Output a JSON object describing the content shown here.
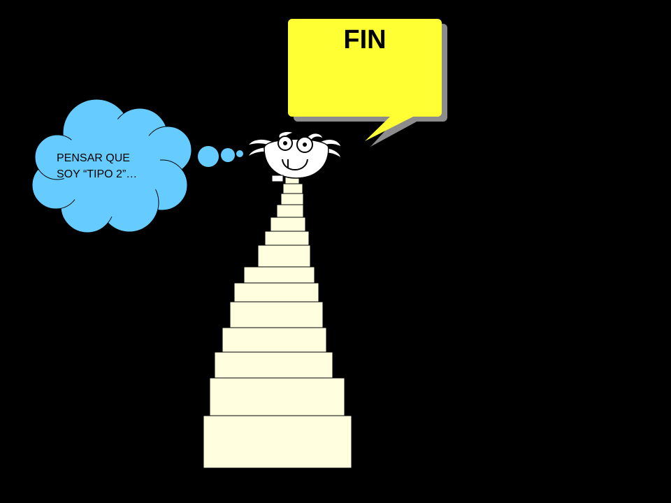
{
  "thought_bubble": {
    "line1": "PENSAR QUE",
    "line2": "SOY “TIPO 2”…",
    "fill": "#66ccff"
  },
  "speech_bubble": {
    "text": "FIN",
    "fill": "#ffff33",
    "shadow": "#8c8c8c"
  },
  "staircase": {
    "fill": "#ffffe0"
  },
  "background": "#000000"
}
